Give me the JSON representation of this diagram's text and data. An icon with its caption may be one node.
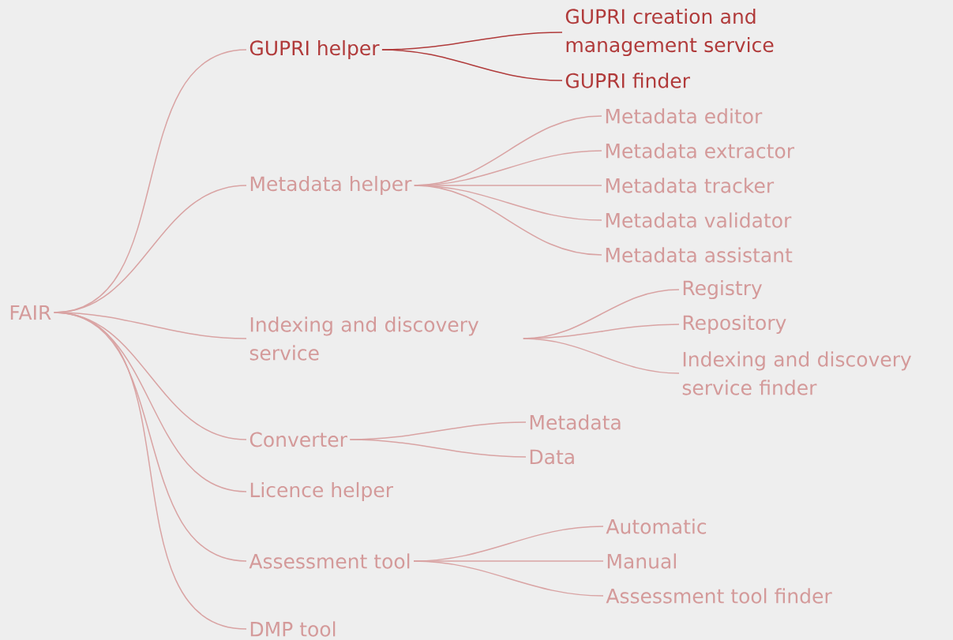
{
  "diagram": {
    "nodes": [
      {
        "text": [
          "FAIR"
        ]
      },
      {
        "text": [
          "GUPRI helper"
        ]
      },
      {
        "text": [
          "GUPRI creation and management service"
        ]
      },
      {
        "text": [
          "GUPRI finder"
        ]
      },
      {
        "text": [
          "Metadata helper"
        ]
      },
      {
        "text": [
          "Metadata editor"
        ]
      },
      {
        "text": [
          "Metadata extractor"
        ]
      },
      {
        "text": [
          "Metadata tracker"
        ]
      },
      {
        "text": [
          "Metadata validator"
        ]
      },
      {
        "text": [
          "Metadata assistant"
        ]
      },
      {
        "text": [
          "Indexing and discovery service"
        ]
      },
      {
        "text": [
          "Registry"
        ]
      },
      {
        "text": [
          "Repository"
        ]
      },
      {
        "text": [
          "Indexing and discovery service finder"
        ]
      },
      {
        "text": [
          "Converter"
        ]
      },
      {
        "text": [
          "Metadata"
        ]
      },
      {
        "text": [
          "Data"
        ]
      },
      {
        "text": [
          "Licence helper"
        ]
      },
      {
        "text": [
          "Assessment tool"
        ]
      },
      {
        "text": [
          "Automatic"
        ]
      },
      {
        "text": [
          "Manual"
        ]
      },
      {
        "text": [
          "Assessment tool finder"
        ]
      },
      {
        "text": [
          "DMP tool"
        ]
      }
    ],
    "edges": [
      {
        "from": 0,
        "to": 1,
        "arrow": "none"
      },
      {
        "from": 1,
        "to": 2,
        "arrow": "none",
        "color": "#b03a3a"
      },
      {
        "from": 1,
        "to": 3,
        "arrow": "none",
        "color": "#b03a3a"
      },
      {
        "from": 0,
        "to": 4,
        "arrow": "none"
      },
      {
        "from": 4,
        "to": 5,
        "arrow": "none"
      },
      {
        "from": 4,
        "to": 6,
        "arrow": "none"
      },
      {
        "from": 4,
        "to": 7,
        "arrow": "none"
      },
      {
        "from": 4,
        "to": 8,
        "arrow": "none"
      },
      {
        "from": 4,
        "to": 9,
        "arrow": "none"
      },
      {
        "from": 0,
        "to": 10,
        "arrow": "none"
      },
      {
        "from": 10,
        "to": 11,
        "arrow": "none"
      },
      {
        "from": 10,
        "to": 12,
        "arrow": "none"
      },
      {
        "from": 10,
        "to": 13,
        "arrow": "none"
      },
      {
        "from": 0,
        "to": 14,
        "arrow": "none"
      },
      {
        "from": 14,
        "to": 15,
        "arrow": "none"
      },
      {
        "from": 14,
        "to": 16,
        "arrow": "none"
      },
      {
        "from": 0,
        "to": 17,
        "arrow": "none"
      },
      {
        "from": 0,
        "to": 18,
        "arrow": "none"
      },
      {
        "from": 18,
        "to": 19,
        "arrow": "none"
      },
      {
        "from": 18,
        "to": 20,
        "arrow": "none"
      },
      {
        "from": 18,
        "to": 21,
        "arrow": "none"
      },
      {
        "from": 0,
        "to": 22,
        "arrow": "none"
      }
    ]
  }
}
